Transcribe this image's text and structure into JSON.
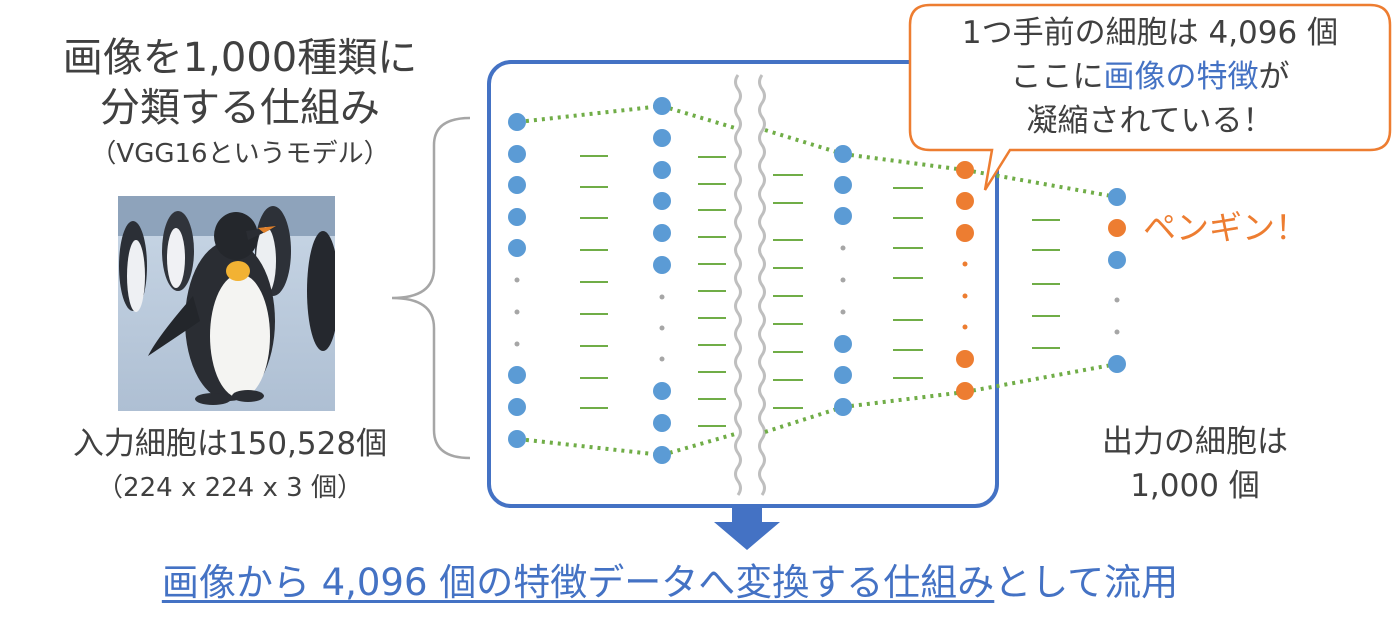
{
  "left": {
    "title_line1": "画像を1,000種類に",
    "title_line2": "分類する仕組み",
    "model_note": "（VGG16というモデル）",
    "input_label": "入力細胞は150,528個",
    "input_dims": "（224 x 224 x 3 個）"
  },
  "callout": {
    "line1": "1つ手前の細胞は 4,096 個",
    "line2_prefix": "ここに",
    "line2_highlight": "画像の特徴",
    "line2_suffix": "が",
    "line3": "凝縮されている！"
  },
  "output": {
    "prediction": "ペンギン！",
    "label_line1": "出力の細胞は",
    "label_line2": "1,000 個"
  },
  "bottom": {
    "underlined": "画像から 4,096 個の特徴データへ変換する仕組み",
    "rest": "として流用"
  },
  "colors": {
    "node_blue": "#5B9BD5",
    "node_orange": "#ED7D31",
    "connector_green": "#70AD47",
    "frame_blue": "#4472C4",
    "bracket_gray": "#A6A6A6",
    "callout_border": "#ED7D31"
  }
}
